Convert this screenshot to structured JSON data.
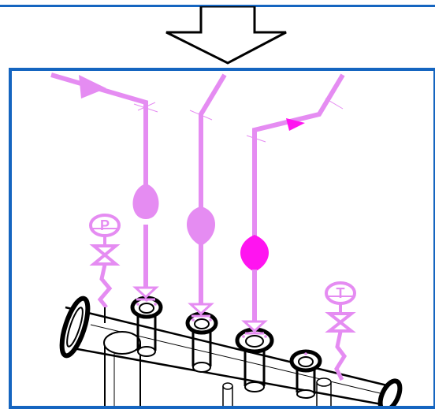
{
  "colors": {
    "frame_border": "#1565c0",
    "pipe_light": "#e58cf2",
    "pipe_bright": "#ff14f0",
    "outline": "#000000",
    "background": "#ffffff"
  },
  "arrow": {
    "direction": "down",
    "fill": "#ffffff",
    "stroke": "#000000"
  },
  "pipes": [
    {
      "id": "pipe-1",
      "color": "#e58cf2",
      "marker": "drop"
    },
    {
      "id": "pipe-2",
      "color": "#e58cf2",
      "marker": "drop"
    },
    {
      "id": "pipe-3",
      "color": "#ff14f0",
      "marker": "drop"
    }
  ],
  "valves": [
    {
      "label": "P"
    },
    {
      "label": "T"
    }
  ]
}
